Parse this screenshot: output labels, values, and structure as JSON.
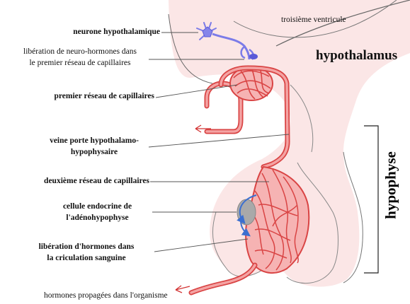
{
  "labels": {
    "troisieme_ventricule": "troisième ventricule",
    "hypothalamus": "hypothalamus",
    "hypophyse": "hypophyse",
    "neurone": "neurone hypothalamique",
    "liberation_neuro_1": "libération de neuro-hormones dans",
    "liberation_neuro_2": "le premier réseau de capillaires",
    "premier_reseau": "premier réseau de capillaires",
    "veine_porte_1": "veine porte hypothalamo-",
    "veine_porte_2": "hypophysaire",
    "deuxieme_reseau": "deuxième réseau de capillaires",
    "cellule_1": "cellule endocrine de",
    "cellule_2": "l'adénohypophyse",
    "liberation_hormones_1": "libération d'hormones dans",
    "liberation_hormones_2": "la criculation sanguine",
    "hormones_propagees": "hormones propagées dans l'organisme"
  },
  "colors": {
    "tissue_fill": "#fbe6e6",
    "tissue_edge": "#666666",
    "vessel_fill": "#f08a8a",
    "vessel_stroke": "#d94444",
    "neuron": "#7b7be8",
    "cell": "#999999",
    "hormone_arrow": "#3b6fd0",
    "flow_arrow": "#d23030"
  }
}
